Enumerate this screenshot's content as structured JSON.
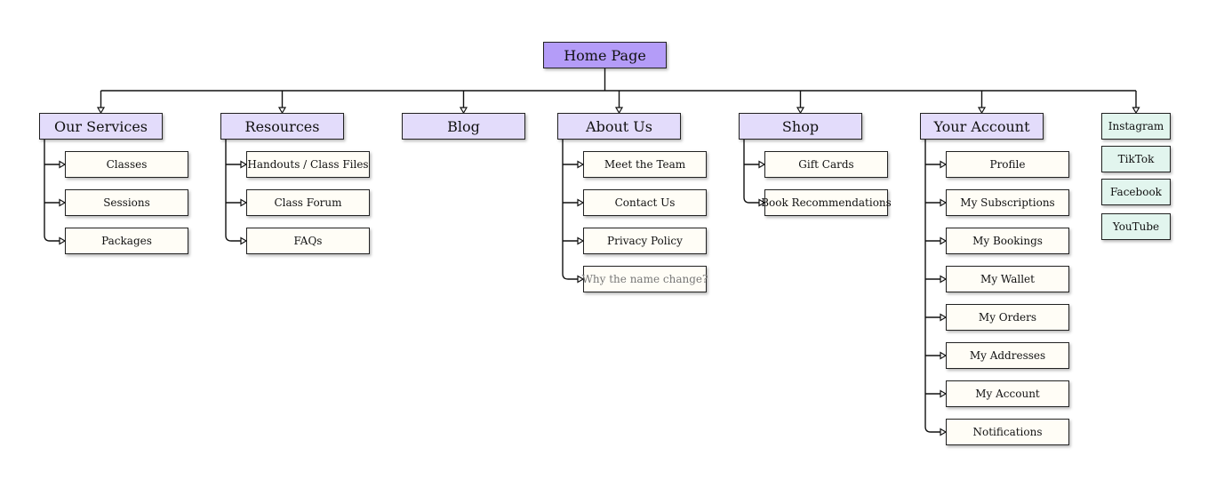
{
  "root": {
    "label": "Home Page"
  },
  "sections": [
    {
      "label": "Our Services",
      "children": [
        {
          "label": "Classes"
        },
        {
          "label": "Sessions"
        },
        {
          "label": "Packages"
        }
      ]
    },
    {
      "label": "Resources",
      "children": [
        {
          "label": "Handouts / Class Files"
        },
        {
          "label": "Class Forum"
        },
        {
          "label": "FAQs"
        }
      ]
    },
    {
      "label": "Blog",
      "children": []
    },
    {
      "label": "About Us",
      "children": [
        {
          "label": "Meet the Team"
        },
        {
          "label": "Contact Us"
        },
        {
          "label": "Privacy Policy"
        },
        {
          "label": "Why the name change?",
          "muted": true
        }
      ]
    },
    {
      "label": "Shop",
      "children": [
        {
          "label": "Gift Cards"
        },
        {
          "label": "Book Recommendations"
        }
      ]
    },
    {
      "label": "Your Account",
      "children": [
        {
          "label": "Profile"
        },
        {
          "label": "My Subscriptions"
        },
        {
          "label": "My Bookings"
        },
        {
          "label": "My Wallet"
        },
        {
          "label": "My Orders"
        },
        {
          "label": "My Addresses"
        },
        {
          "label": "My Account"
        },
        {
          "label": "Notifications"
        }
      ]
    }
  ],
  "social": [
    {
      "label": "Instagram"
    },
    {
      "label": "TikTok"
    },
    {
      "label": "Facebook"
    },
    {
      "label": "YouTube"
    }
  ],
  "colors": {
    "root": "#b49cf8",
    "section": "#e3dcfb",
    "page": "#fffdf6",
    "social": "#e2f5ee",
    "line": "#111111"
  }
}
